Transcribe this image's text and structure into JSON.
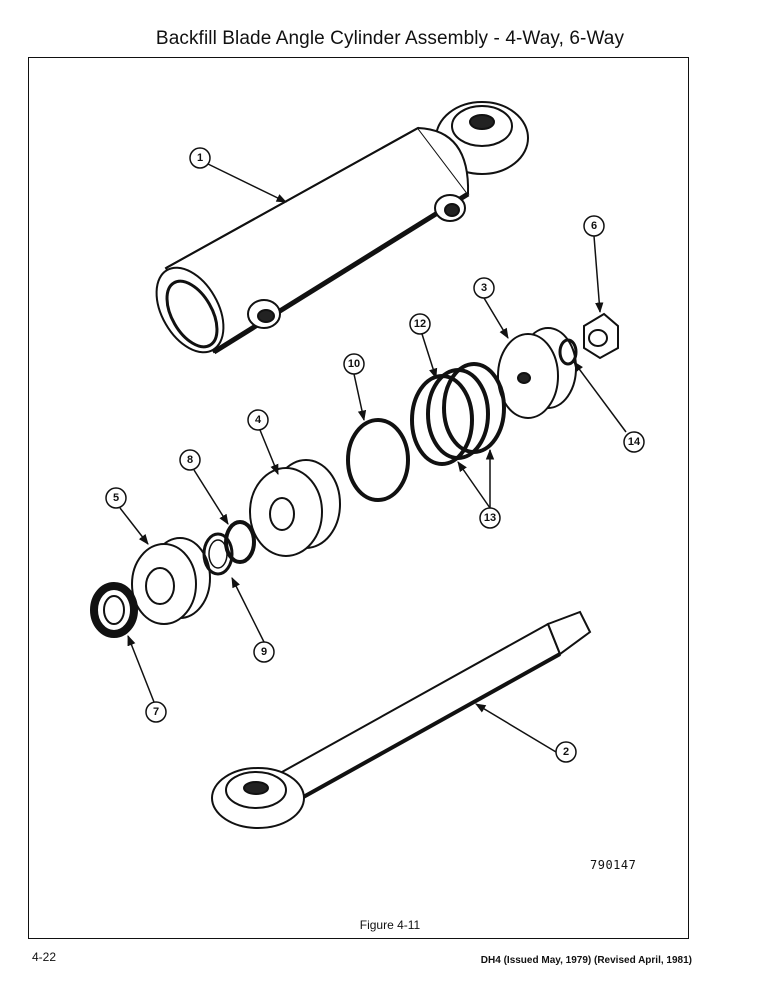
{
  "page": {
    "title": "Backfill Blade Angle Cylinder Assembly - 4-Way, 6-Way",
    "figure_caption": "Figure 4-11",
    "drawing_number": "790147",
    "page_number": "4-22",
    "footer_info": "DH4 (Issued May, 1979) (Revised April, 1981)"
  },
  "callouts": {
    "c1": "1",
    "c2": "2",
    "c3": "3",
    "c4": "4",
    "c5": "5",
    "c6": "6",
    "c7": "7",
    "c8": "8",
    "c9": "9",
    "c10": "10",
    "c12": "12",
    "c13": "13",
    "c14": "14"
  }
}
